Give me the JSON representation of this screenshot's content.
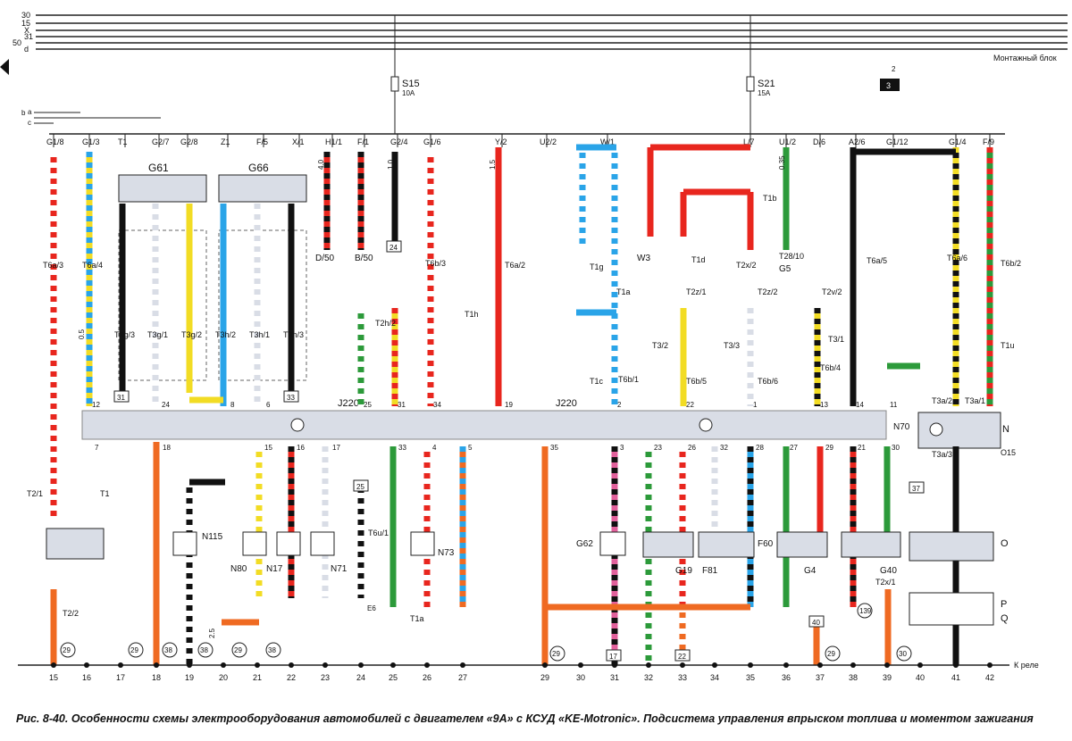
{
  "bus_labels": [
    "30",
    "15",
    "X",
    "31",
    "50",
    "d",
    "b",
    "a",
    "c"
  ],
  "fuses": [
    {
      "name": "S15",
      "rating": "10A"
    },
    {
      "name": "S21",
      "rating": "15A"
    }
  ],
  "montage_label": "Монтажный блок",
  "montage_box_number": "3",
  "montage_box_pin": "2",
  "top_connectors": [
    "G1/8",
    "G1/3",
    "T1",
    "G2/7",
    "G2/8",
    "Z1",
    "F/5",
    "X/1",
    "H1/1",
    "F/1",
    "G2/4",
    "G1/6",
    "Y/2",
    "U2/2",
    "W/1",
    "L/7",
    "U1/2",
    "D/6",
    "A2/6",
    "G1/12",
    "G1/4",
    "F/9"
  ],
  "components": {
    "g61": "G61",
    "g66": "G66",
    "j220_left": "J220",
    "j220_mid": "J220",
    "n70": "N70",
    "n": "N",
    "n115": "N115",
    "n80": "N80",
    "n17": "N17",
    "n71": "N71",
    "n73": "N73",
    "g62": "G62",
    "g19": "G19",
    "f81": "F81",
    "f60": "F60",
    "g4": "G4",
    "g40": "G40",
    "o": "O",
    "p": "P",
    "q": "Q",
    "w3": "W3",
    "g5": "G5",
    "d50": "D/50",
    "b50": "B/50",
    "e6": "E6"
  },
  "connector_tags": [
    "T6a/3",
    "T6a/4",
    "T3g/3",
    "T3g/1",
    "T3g/2",
    "T3h/2",
    "T3h/1",
    "T3h/3",
    "T6b/3",
    "T1h",
    "T6a/2",
    "T1g",
    "T1a",
    "T1c",
    "T6b/1",
    "T1d",
    "T1b",
    "T2x/2",
    "T28/10",
    "T6a/5",
    "T6a/6",
    "T6b/2",
    "T1u",
    "T2h/2",
    "T2z/1",
    "T2z/2",
    "T2v/2",
    "T3/2",
    "T3/3",
    "T3/1",
    "T6b/5",
    "T6b/6",
    "T6b/4",
    "T3a/2",
    "T3a/1",
    "T3a/3",
    "T2/1",
    "T1",
    "T2/2",
    "T6u/1",
    "T1a",
    "T2x/1",
    "O15"
  ],
  "ecu_top_pins": [
    "12",
    "24",
    "8",
    "6",
    "25",
    "31",
    "34",
    "19",
    "2",
    "22",
    "1",
    "13",
    "14",
    "11"
  ],
  "ecu_bottom_pins": [
    "7",
    "18",
    "15",
    "16",
    "17",
    "33",
    "4",
    "5",
    "35",
    "3",
    "23",
    "26",
    "32",
    "28",
    "27",
    "29",
    "21",
    "30"
  ],
  "boxed_refs": [
    "31",
    "33",
    "24",
    "25",
    "37",
    "17",
    "22",
    "40"
  ],
  "circled_refs": [
    "29",
    "29",
    "38",
    "38",
    "29",
    "38",
    "29",
    "29",
    "30",
    "139"
  ],
  "ground_numbers": [
    "15",
    "16",
    "17",
    "18",
    "19",
    "20",
    "21",
    "22",
    "23",
    "24",
    "25",
    "26",
    "27",
    "29",
    "30",
    "31",
    "32",
    "33",
    "34",
    "35",
    "36",
    "37",
    "38",
    "39",
    "40",
    "41",
    "42"
  ],
  "wire_gauges": [
    "0.5",
    "1.5",
    "4.0",
    "1.0",
    "0.35",
    "2.5"
  ],
  "k_rele": "К реле",
  "caption": "Рис. 8-40. Особенности схемы электрооборудования автомобилей с двигателем «9A» с КСУД «KE-Motronic». Подсистема управления впрыском топлива и моментом зажигания",
  "colors": {
    "red": "#e8261e",
    "yellow": "#f2dc24",
    "blue": "#2aa4e8",
    "green": "#2c9a3a",
    "black": "#111111",
    "orange": "#ef6a22",
    "pink": "#e2619c",
    "white": "#ffffff",
    "panel": "#d9dde6"
  }
}
